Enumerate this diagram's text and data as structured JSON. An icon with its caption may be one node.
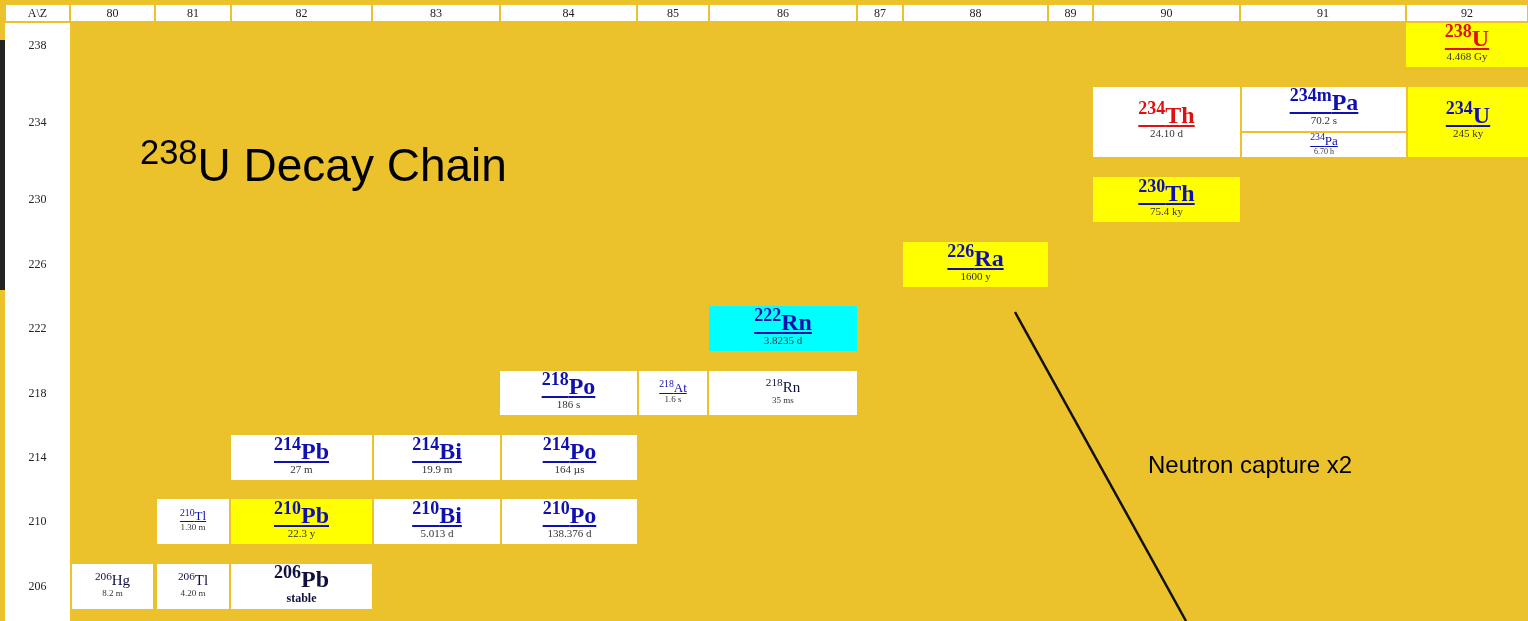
{
  "diagram": {
    "title": "$^{238}$U Decay Chain",
    "nodes": [
      {
        "text": [
          "$^{238}$U",
          "4.468 Gy"
        ]
      },
      {
        "text": [
          "$^{234}$Th",
          "24.10 d"
        ]
      },
      {
        "text": [
          "$^{234m}$Pa",
          "70.2 s"
        ]
      },
      {
        "text": [
          "$^{234}$Pa",
          "6.70 h"
        ]
      },
      {
        "text": [
          "$^{234}$U",
          "245 ky"
        ]
      },
      {
        "text": [
          "$^{230}$Th",
          "75.4 ky"
        ]
      },
      {
        "text": [
          "$^{226}$Ra",
          "1600 y"
        ]
      },
      {
        "text": [
          "$^{222}$Rn",
          "3.8235 d"
        ]
      },
      {
        "text": [
          "$^{218}$Po",
          "186 s"
        ]
      },
      {
        "text": [
          "$^{218}$At",
          "1.6 s"
        ]
      },
      {
        "text": [
          "$^{218}$Rn",
          "35 ms"
        ]
      },
      {
        "text": [
          "$^{214}$Pb",
          "27 m"
        ]
      },
      {
        "text": [
          "$^{214}$Bi",
          "19.9 m"
        ]
      },
      {
        "text": [
          "$^{214}$Po",
          "164 µs"
        ]
      },
      {
        "text": [
          "$^{210}$Tl",
          "1.30 m"
        ]
      },
      {
        "text": [
          "$^{210}$Pb",
          "22.3 y"
        ]
      },
      {
        "text": [
          "$^{210}$Bi",
          "5.013 d"
        ]
      },
      {
        "text": [
          "$^{210}$Po",
          "138.376 d"
        ]
      },
      {
        "text": [
          "$^{206}$Hg",
          "8.2 m"
        ]
      },
      {
        "text": [
          "$^{206}$Tl",
          "4.20 m"
        ]
      },
      {
        "text": [
          "$^{206}$Pb",
          "stable"
        ]
      }
    ],
    "labels": [
      "A\\Z",
      "80",
      "81",
      "82",
      "83",
      "84",
      "85",
      "86",
      "87",
      "88",
      "89",
      "90",
      "91",
      "92",
      "238",
      "234",
      "230",
      "226",
      "222",
      "218",
      "214",
      "210",
      "206",
      "Neutron capture x2"
    ]
  }
}
